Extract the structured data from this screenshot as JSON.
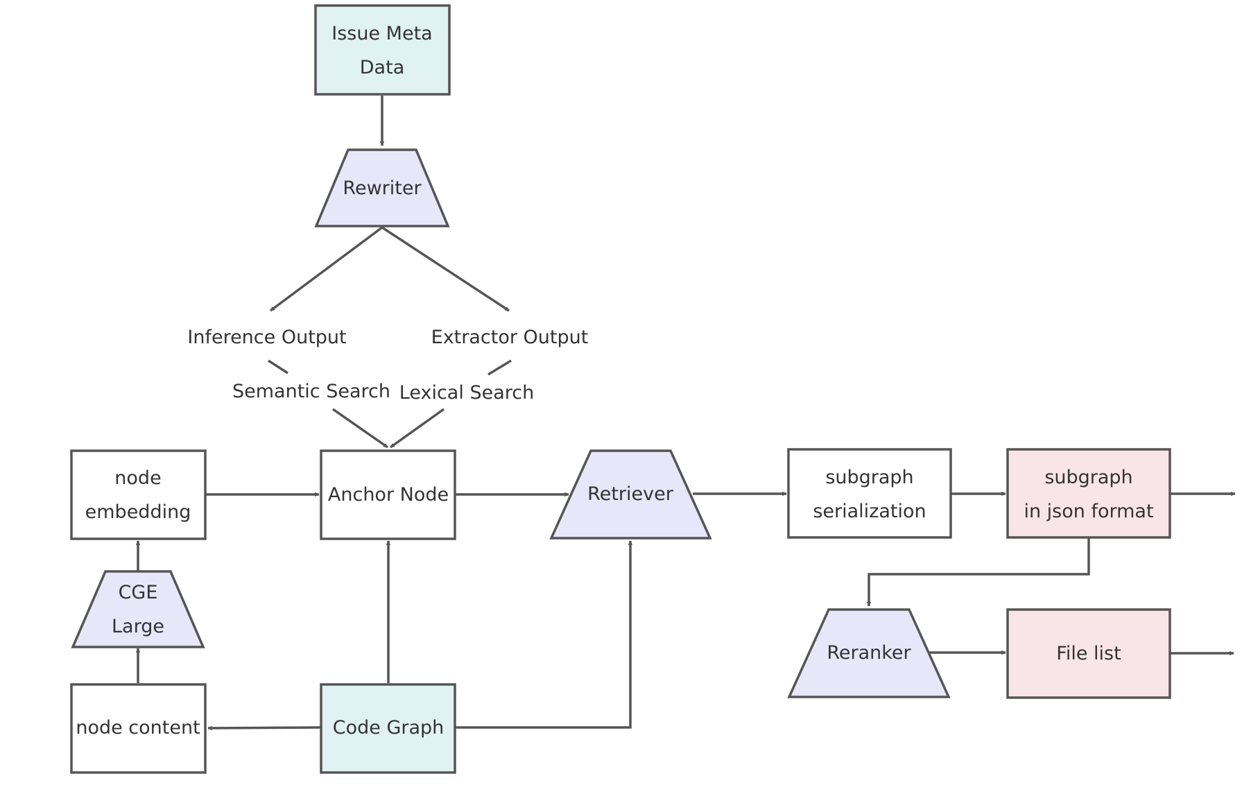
{
  "colors": {
    "teal_fill": "#e0f3f2",
    "lavender_fill": "#e8e6f9",
    "pink_fill": "#f9e5e7",
    "white_fill": "#ffffff",
    "stroke": "#555555",
    "text": "#333333"
  },
  "nodes": {
    "issue_meta": [
      "Issue Meta",
      "Data"
    ],
    "rewriter": "Rewriter",
    "inference_output": "Inference Output",
    "extractor_output": "Extractor Output",
    "semantic_search": "Semantic Search",
    "lexical_search": "Lexical Search",
    "node_embedding": [
      "node",
      "embedding"
    ],
    "anchor_node": "Anchor Node",
    "retriever": "Retriever",
    "subgraph_serialization": [
      "subgraph",
      "serialization"
    ],
    "subgraph_json": [
      "subgraph",
      "in json format"
    ],
    "cge_large": [
      "CGE",
      "Large"
    ],
    "reranker": "Reranker",
    "file_list": "File list",
    "node_content": "node content",
    "code_graph": "Code Graph"
  }
}
